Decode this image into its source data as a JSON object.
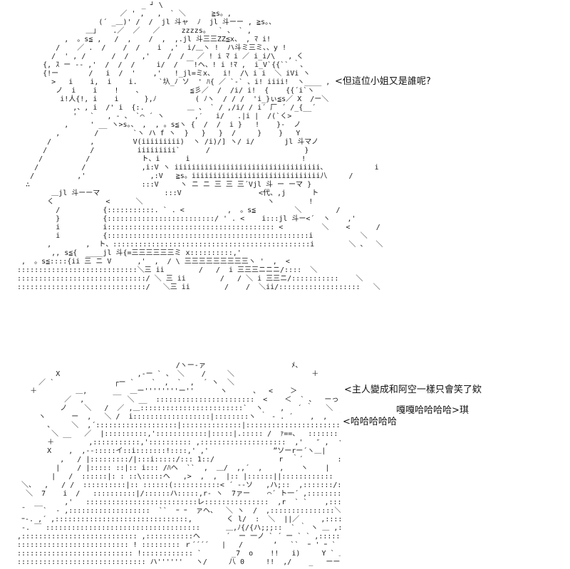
{
  "dialogue": {
    "line_1": "<但這位小姐又是誰呢?",
    "line_2": "<主人變成和阿空一樣只會笑了欸",
    "line_3": "嘎嘎哈哈哈哈>琪",
    "line_4": "<哈哈哈哈哈"
  }
}
